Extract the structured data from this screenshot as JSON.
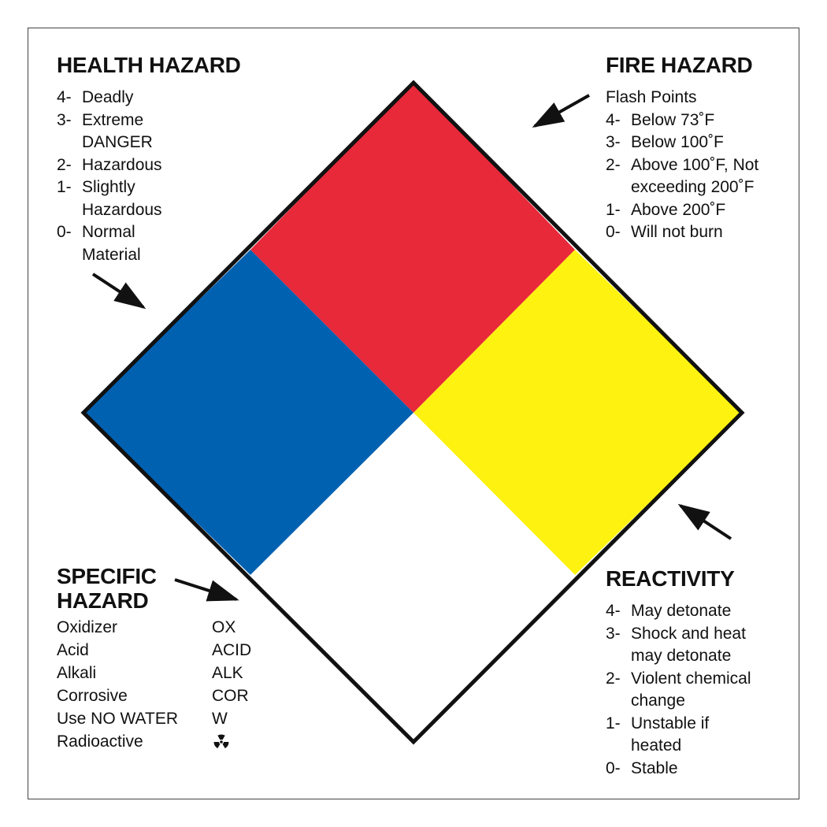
{
  "colors": {
    "health": "#0061b0",
    "fire": "#e8293a",
    "reactivity": "#fef210",
    "special": "#ffffff",
    "outline": "#111111"
  },
  "health": {
    "title": "HEALTH HAZARD",
    "items": [
      {
        "num": "4-",
        "text": "Deadly"
      },
      {
        "num": "3-",
        "text": "Extreme\nDANGER"
      },
      {
        "num": "2-",
        "text": "Hazardous"
      },
      {
        "num": "1-",
        "text": "Slightly\nHazardous"
      },
      {
        "num": "0-",
        "text": "Normal\nMaterial"
      }
    ]
  },
  "fire": {
    "title": "FIRE HAZARD",
    "subtitle": "Flash Points",
    "items": [
      {
        "num": "4-",
        "text": "Below 73˚F"
      },
      {
        "num": "3-",
        "text": "Below 100˚F"
      },
      {
        "num": "2-",
        "text": "Above 100˚F, Not\nexceeding 200˚F"
      },
      {
        "num": "1-",
        "text": "Above 200˚F"
      },
      {
        "num": "0-",
        "text": "Will not burn"
      }
    ]
  },
  "reactivity": {
    "title": "REACTIVITY",
    "items": [
      {
        "num": "4-",
        "text": "May detonate"
      },
      {
        "num": "3-",
        "text": "Shock and heat\nmay detonate"
      },
      {
        "num": "2-",
        "text": "Violent chemical\nchange"
      },
      {
        "num": "1-",
        "text": "Unstable if\nheated"
      },
      {
        "num": "0-",
        "text": "Stable"
      }
    ]
  },
  "specific": {
    "title_line1": "SPECIFIC",
    "title_line2": "HAZARD",
    "items": [
      {
        "name": "Oxidizer",
        "code": "OX"
      },
      {
        "name": "Acid",
        "code": "ACID"
      },
      {
        "name": "Alkali",
        "code": "ALK"
      },
      {
        "name": "Corrosive",
        "code": "COR"
      },
      {
        "name": "Use NO WATER",
        "code": "W"
      },
      {
        "name": "Radioactive",
        "icon": "radiation-icon"
      }
    ]
  }
}
